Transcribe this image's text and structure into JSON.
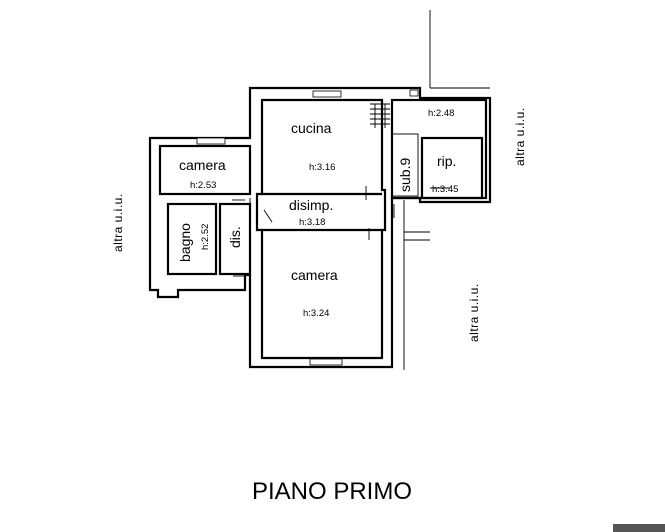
{
  "title": "PIANO PRIMO",
  "rooms": {
    "cucina": {
      "name": "cucina",
      "height": "h:3.16"
    },
    "camera_small": {
      "name": "camera",
      "height": "h:2.53"
    },
    "disimp": {
      "name": "disimp.",
      "height": "h:3.18"
    },
    "camera_large": {
      "name": "camera",
      "height": "h:3.24"
    },
    "bagno": {
      "name": "bagno",
      "height": "h:2.52"
    },
    "dis": {
      "name": "dis."
    },
    "rip": {
      "name": "rip.",
      "height": "h:3.45"
    },
    "sub": {
      "name": "sub.9"
    },
    "stair": {
      "height": "h:2.48"
    }
  },
  "neighbors": {
    "left": "altra u.i.u.",
    "right_top": "altra u.i.u.",
    "right_bottom": "altra u.i.u."
  },
  "colors": {
    "ink": "#000000",
    "paper": "#ffffff"
  }
}
